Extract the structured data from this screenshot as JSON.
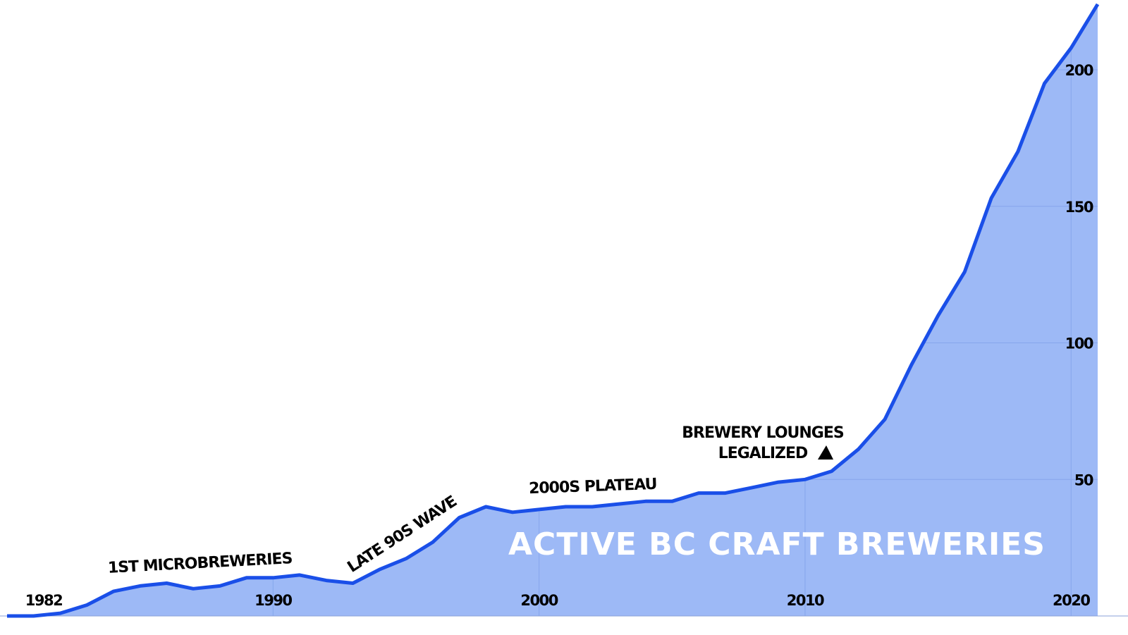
{
  "chart_data": {
    "type": "area",
    "title": "ACTIVE BC CRAFT BREWERIES",
    "xlabel": "",
    "ylabel": "",
    "x": [
      1980,
      1981,
      1982,
      1983,
      1984,
      1985,
      1986,
      1987,
      1988,
      1989,
      1990,
      1991,
      1992,
      1993,
      1994,
      1995,
      1996,
      1997,
      1998,
      1999,
      2000,
      2001,
      2002,
      2003,
      2004,
      2005,
      2006,
      2007,
      2008,
      2009,
      2010,
      2011,
      2012,
      2013,
      2014,
      2015,
      2016,
      2017,
      2018,
      2019,
      2020,
      2021
    ],
    "series": [
      {
        "name": "Active BC craft breweries",
        "values": [
          0,
          0,
          1,
          4,
          9,
          11,
          12,
          10,
          11,
          14,
          14,
          15,
          13,
          12,
          17,
          21,
          27,
          36,
          40,
          38,
          39,
          40,
          40,
          41,
          42,
          42,
          45,
          45,
          47,
          49,
          50,
          53,
          61,
          72,
          92,
          110,
          126,
          153,
          170,
          195,
          208,
          224
        ]
      }
    ],
    "xlim": [
      1980,
      2021
    ],
    "ylim": [
      0,
      225
    ],
    "x_ticks": [
      1982,
      1990,
      2000,
      2010,
      2020
    ],
    "x_tick_labels": [
      "1982",
      "1990",
      "2000",
      "2010",
      "2020"
    ],
    "y_ticks": [
      50,
      100,
      150,
      200
    ],
    "y_tick_labels": [
      "50",
      "100",
      "150",
      "200"
    ],
    "grid": true,
    "legend": "none",
    "annotations": [
      {
        "text": "1ST MICROBREWERIES",
        "x": 1987.2
      },
      {
        "text": "LATE 90S WAVE",
        "x": 1994.8
      },
      {
        "text": "2000S PLATEAU",
        "x": 2002
      },
      {
        "text": "BREWERY LOUNGES",
        "x": 2008.5
      },
      {
        "text": "LEGALIZED",
        "x": 2008.5
      }
    ],
    "colors": {
      "line": "#1a4fe8",
      "fill": "#9db9f6",
      "grid": "#86a6ec",
      "title": "#ffffff"
    }
  }
}
